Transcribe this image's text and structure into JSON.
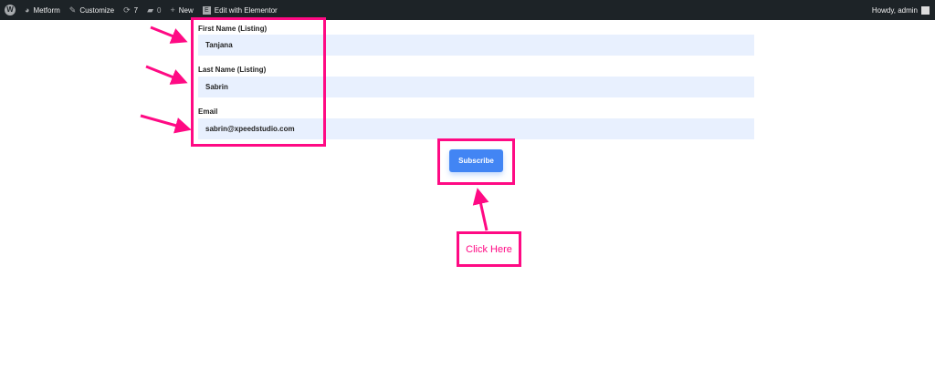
{
  "adminbar": {
    "site": "Metform",
    "customize": "Customize",
    "updates": "7",
    "comments": "0",
    "new": "New",
    "elementor": "Edit with Elementor",
    "greeting": "Howdy, admin"
  },
  "form": {
    "fields": [
      {
        "label": "First Name (Listing)",
        "value": "Tanjana"
      },
      {
        "label": "Last Name (Listing)",
        "value": "Sabrin"
      },
      {
        "label": "Email",
        "value": "sabrin@xpeedstudio.com"
      }
    ],
    "submit": "Subscribe"
  },
  "annotation": {
    "callout": "Click Here",
    "color": "#ff0a84"
  }
}
